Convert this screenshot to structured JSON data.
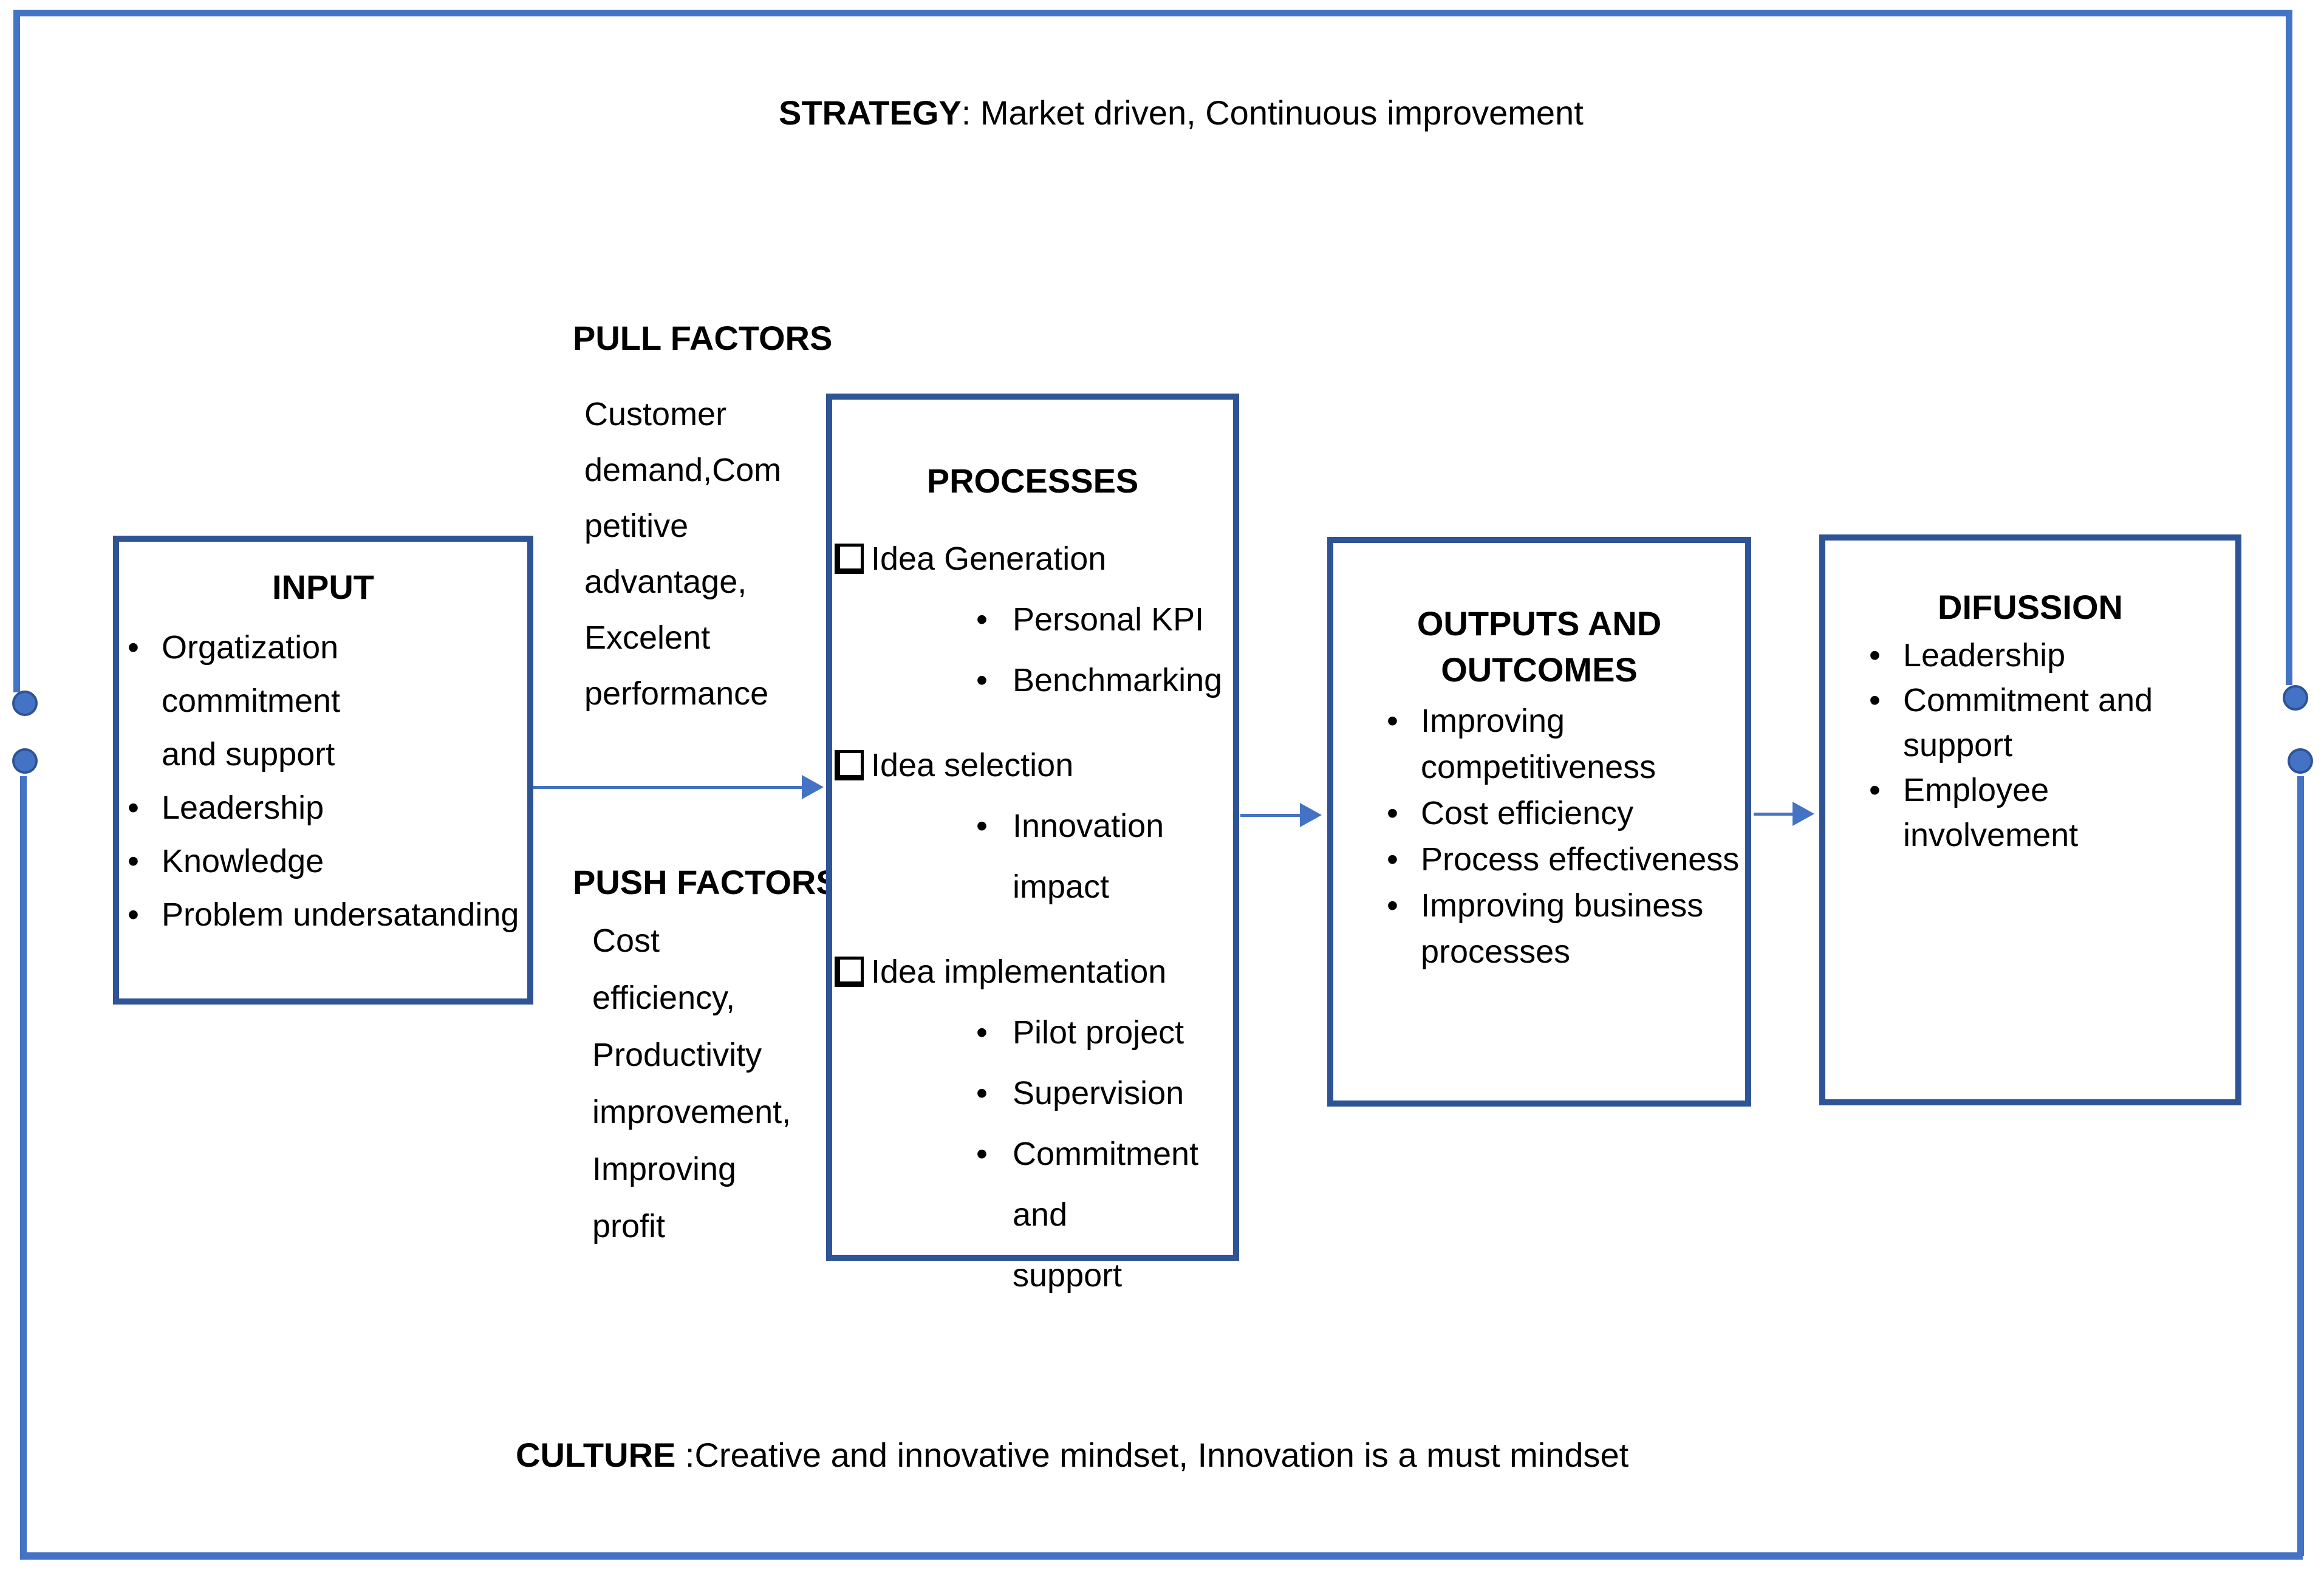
{
  "colors": {
    "box_border": "#2F5496",
    "connector_blue": "#4472C4",
    "text": "#000000",
    "background": "#FFFFFF"
  },
  "strategy": {
    "label": "STRATEGY",
    "text": ": Market driven, Continuous improvement"
  },
  "culture": {
    "label": "CULTURE",
    "text": " :Creative and innovative mindset, Innovation is a must mindset"
  },
  "pull_factors": {
    "title": "PULL FACTORS",
    "lines": [
      "Customer",
      "demand,Com",
      "petitive",
      "advantage,",
      "Excelent",
      "performance"
    ]
  },
  "push_factors": {
    "title": "PUSH FACTORS",
    "lines": [
      "Cost",
      "efficiency,",
      "Productivity",
      "improvement,",
      "Improving",
      "profit"
    ]
  },
  "input_box": {
    "title": "INPUT",
    "bullets": [
      [
        "Orgatization",
        "commitment",
        "and support"
      ],
      [
        "Leadership"
      ],
      [
        "Knowledge"
      ],
      [
        "Problem undersatanding"
      ]
    ]
  },
  "processes_box": {
    "title": "PROCESSES",
    "groups": [
      {
        "label": "Idea Generation",
        "items": [
          [
            "Personal KPI"
          ],
          [
            "Benchmarking"
          ]
        ]
      },
      {
        "label": "Idea selection",
        "items": [
          [
            "Innovation",
            "impact"
          ]
        ]
      },
      {
        "label": "Idea implementation",
        "items": [
          [
            "Pilot project"
          ],
          [
            "Supervision"
          ],
          [
            "Commitment and",
            "support"
          ]
        ]
      }
    ]
  },
  "outputs_box": {
    "title_lines": [
      "OUTPUTS AND",
      "OUTCOMES"
    ],
    "bullets": [
      [
        "Improving",
        "competitiveness"
      ],
      [
        "Cost efficiency"
      ],
      [
        "Process effectiveness"
      ],
      [
        "Improving business",
        "processes"
      ]
    ]
  },
  "difussion_box": {
    "title": "DIFUSSION",
    "bullets": [
      [
        "Leadership"
      ],
      [
        "Commitment and",
        "support"
      ],
      [
        "Employee",
        "involvement"
      ]
    ]
  }
}
